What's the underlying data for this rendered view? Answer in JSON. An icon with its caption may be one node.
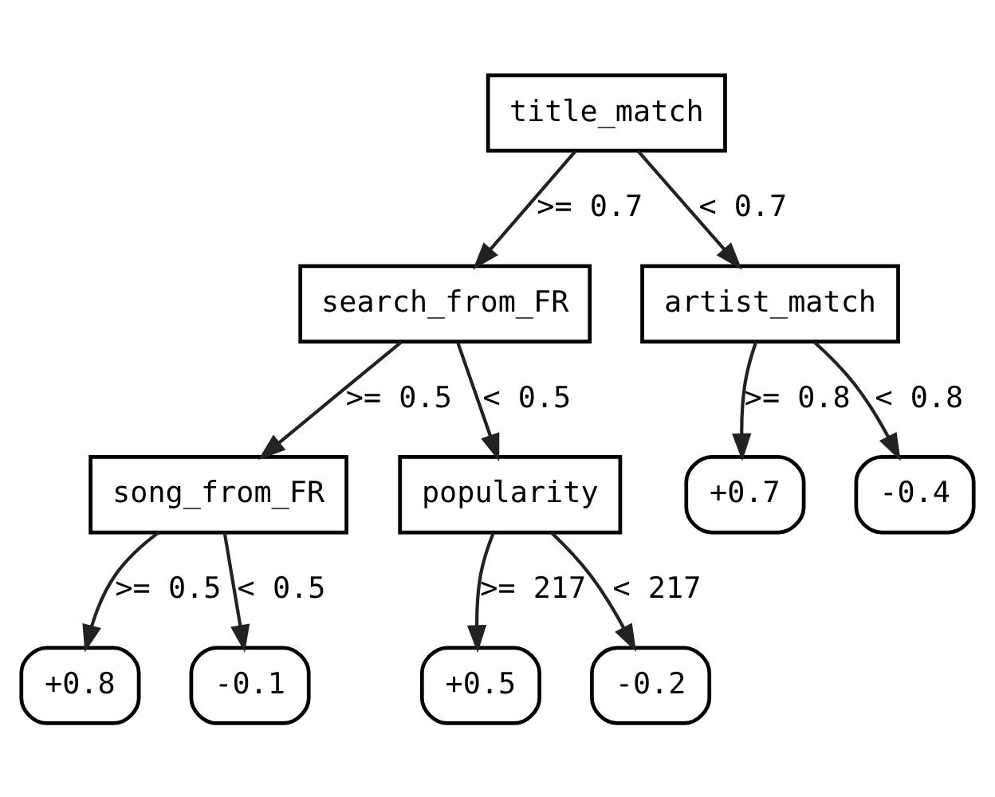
{
  "diagram": {
    "nodes": [
      {
        "text": [
          "title_match"
        ]
      },
      {
        "text": [
          "search_from_FR"
        ]
      },
      {
        "text": [
          "artist_match"
        ]
      },
      {
        "text": [
          "song_from_FR"
        ]
      },
      {
        "text": [
          "popularity"
        ]
      },
      {
        "text": [
          "+0.7"
        ]
      },
      {
        "text": [
          "-0.4"
        ]
      },
      {
        "text": [
          "+0.8"
        ]
      },
      {
        "text": [
          "-0.1"
        ]
      },
      {
        "text": [
          "+0.5"
        ]
      },
      {
        "text": [
          "-0.2"
        ]
      }
    ],
    "edges": [
      {
        "from": 0,
        "to": 1,
        "arrow": "to",
        "label": ">= 0.7"
      },
      {
        "from": 0,
        "to": 2,
        "arrow": "to",
        "label": "< 0.7"
      },
      {
        "from": 1,
        "to": 3,
        "arrow": "to",
        "label": ">= 0.5"
      },
      {
        "from": 1,
        "to": 4,
        "arrow": "to",
        "label": "< 0.5"
      },
      {
        "from": 2,
        "to": 5,
        "arrow": "to",
        "label": ">= 0.8"
      },
      {
        "from": 2,
        "to": 6,
        "arrow": "to",
        "label": "< 0.8"
      },
      {
        "from": 3,
        "to": 7,
        "arrow": "to",
        "label": ">= 0.5"
      },
      {
        "from": 3,
        "to": 8,
        "arrow": "to",
        "label": "< 0.5"
      },
      {
        "from": 4,
        "to": 9,
        "arrow": "to",
        "label": ">= 217"
      },
      {
        "from": 4,
        "to": 10,
        "arrow": "to",
        "label": "< 217"
      }
    ]
  }
}
